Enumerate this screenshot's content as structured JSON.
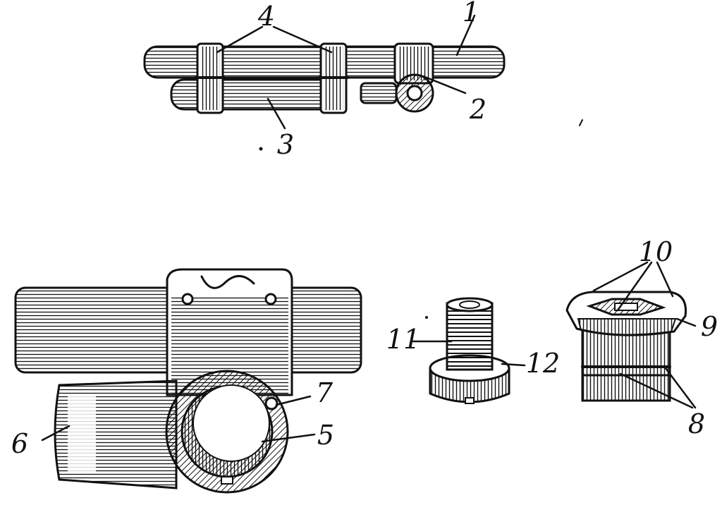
{
  "figure": {
    "callouts": {
      "c1": "1",
      "c2": "2",
      "c3": "3",
      "c4": "4",
      "c5": "5",
      "c6": "6",
      "c7": "7",
      "c8": "8",
      "c9": "9",
      "c10": "10",
      "c11": "11",
      "c12": "12"
    }
  }
}
